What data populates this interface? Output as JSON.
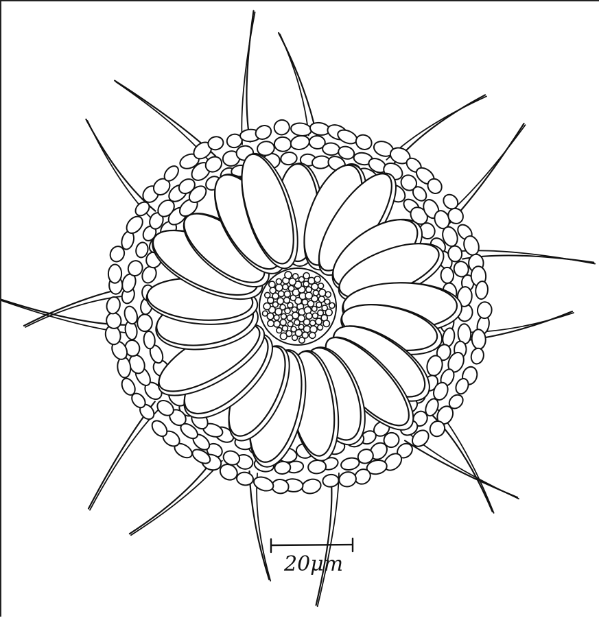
{
  "figure": {
    "scale_bar": {
      "label": "20μm",
      "length_um": 20
    },
    "ink_color": "#111111",
    "paper_color": "#ffffff"
  },
  "structure": {
    "outer_ring_cell_rows": 3,
    "filament_count": 16,
    "petal_count": 21,
    "center_cell_count": 90
  }
}
